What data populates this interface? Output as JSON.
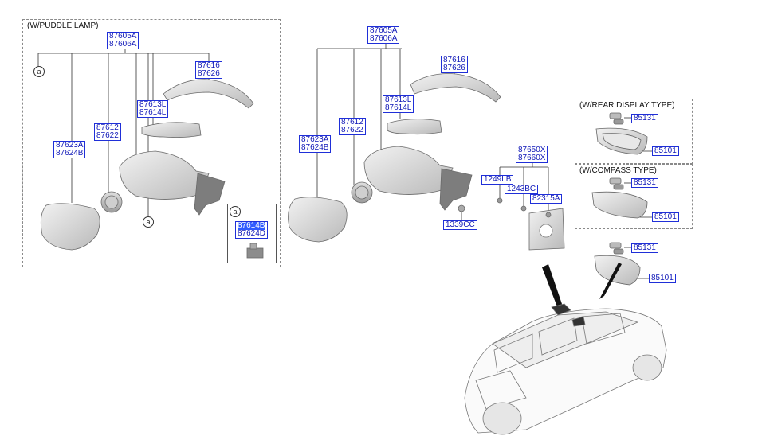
{
  "sections": {
    "puddle_lamp": "(W/PUDDLE LAMP)",
    "rear_display": "(W/REAR DISPLAY TYPE)",
    "compass": "(W/COMPASS TYPE)"
  },
  "callout": "a",
  "left_assembly": {
    "main": [
      "87605A",
      "87606A"
    ],
    "cover": [
      "87616",
      "87626"
    ],
    "cap": [
      "87613L",
      "87614L"
    ],
    "actuator": [
      "87612",
      "87622"
    ],
    "glass": [
      "87623A",
      "87624B"
    ],
    "puddle_lamp": [
      "87614B",
      "87624D"
    ]
  },
  "right_assembly": {
    "main": [
      "87605A",
      "87606A"
    ],
    "cover": [
      "87616",
      "87626"
    ],
    "cap": [
      "87613L",
      "87614L"
    ],
    "actuator": [
      "87612",
      "87622"
    ],
    "glass": [
      "87623A",
      "87624B"
    ],
    "bracket": [
      "87650X",
      "87660X"
    ],
    "screw": "1249LB",
    "bolt": "1243BC",
    "nut": "82315A",
    "plug": "1339CC"
  },
  "inside_mirror": {
    "rear_display": {
      "cover": "85131",
      "mirror": "85101"
    },
    "compass": {
      "cover": "85131",
      "mirror": "85101"
    },
    "standard": {
      "cover": "85131",
      "mirror": "85101"
    }
  },
  "colors": {
    "label_border": "#1f2fd8",
    "label_text": "#1018b8",
    "highlight": "#2f5bff"
  }
}
